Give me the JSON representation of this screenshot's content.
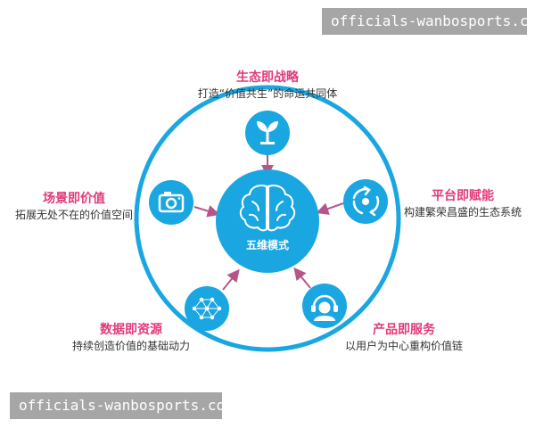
{
  "watermarks": {
    "top": "officials-wanbosports.com",
    "bottom": "officials-wanbosports.com"
  },
  "center": {
    "label": "五维模式"
  },
  "nodes": {
    "ecology": {
      "title": "生态即战略",
      "subtitle": "打造“价值共生”的命运共同体",
      "icon": "sprout-icon"
    },
    "platform": {
      "title": "平台即赋能",
      "subtitle": "构建繁荣昌盛的生态系统",
      "icon": "globe-arrows-icon"
    },
    "product": {
      "title": "产品即服务",
      "subtitle": "以用户为中心重构价值链",
      "icon": "headset-agent-icon"
    },
    "data": {
      "title": "数据即资源",
      "subtitle": "持续创造价值的基础动力",
      "icon": "network-mesh-icon"
    },
    "scene": {
      "title": "场景即价值",
      "subtitle": "拓展无处不在的价值空间",
      "icon": "camera-icon"
    }
  },
  "colors": {
    "primary": "#1aa6e0",
    "accent": "#e23a7a",
    "arrow": "#b5568a",
    "text": "#333333"
  }
}
